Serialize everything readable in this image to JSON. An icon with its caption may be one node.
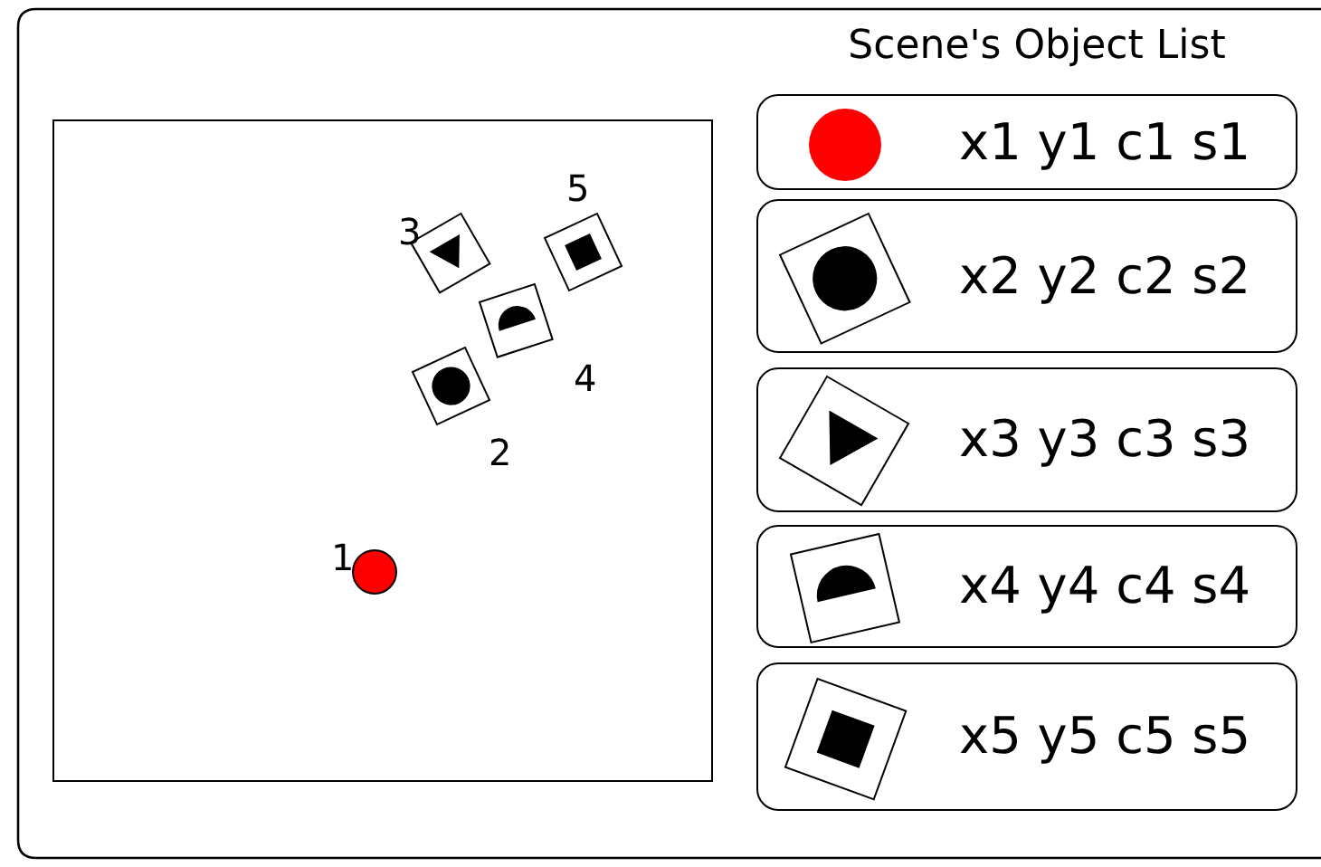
{
  "diagram": {
    "title": "Scene's Object List",
    "nodes": [
      {
        "text": [],
        "shape": "box"
      },
      {
        "text": [],
        "shape": "circle",
        "in": 0,
        "beside": [
          "1"
        ]
      },
      {
        "text": [],
        "shape": "box",
        "in": 0,
        "beside": [
          "2"
        ]
      },
      {
        "text": [],
        "shape": "box",
        "in": 0,
        "beside": [
          "3"
        ]
      },
      {
        "text": [],
        "shape": "box",
        "in": 0,
        "beside": [
          "4"
        ]
      },
      {
        "text": [],
        "shape": "box",
        "in": 0,
        "beside": [
          "5"
        ]
      },
      {
        "text": [
          "x1 y1 c1 s1"
        ]
      },
      {
        "text": [
          "x2 y2 c2 s2"
        ]
      },
      {
        "text": [
          "x3 y3 c3 s3"
        ]
      },
      {
        "text": [
          "x4 y4 c4 s4"
        ]
      },
      {
        "text": [
          "x5 y5 c5 s5"
        ]
      }
    ],
    "edges": []
  }
}
